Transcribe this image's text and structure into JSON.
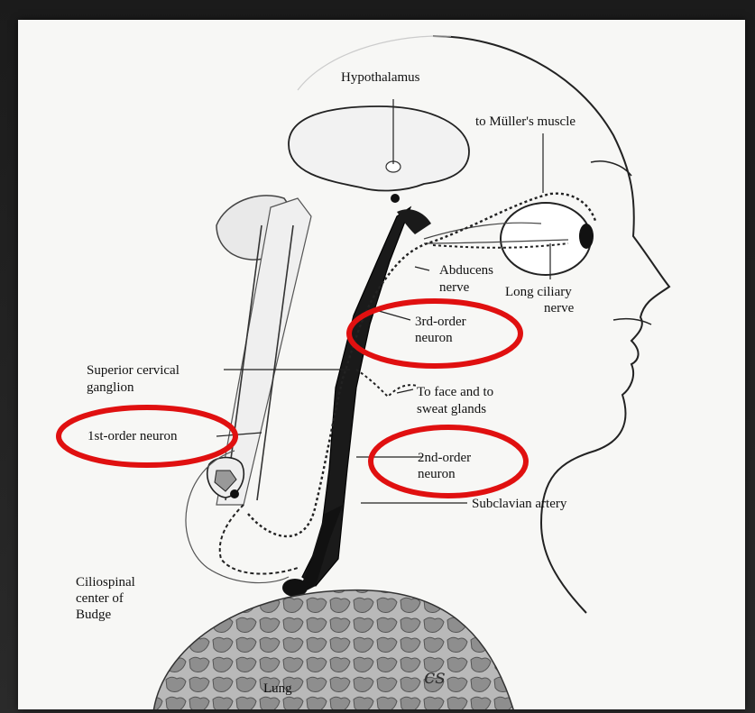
{
  "labels": {
    "hypothalamus": "Hypothalamus",
    "muller": "to Müller's muscle",
    "abducens_1": "Abducens",
    "abducens_2": "nerve",
    "long_ciliary_1": "Long ciliary",
    "long_ciliary_2": "nerve",
    "third_order_1": "3rd-order",
    "third_order_2": "neuron",
    "superior_cervical_1": "Superior cervical",
    "superior_cervical_2": "ganglion",
    "face_1": "To face and to",
    "face_2": "sweat glands",
    "first_order": "1st-order neuron",
    "second_order_1": "2nd-order",
    "second_order_2": "neuron",
    "subclavian": "Subclavian artery",
    "ciliospinal_1": "Ciliospinal",
    "ciliospinal_2": "center of",
    "ciliospinal_3": "Budge",
    "lung": "Lung"
  },
  "signature": "cs",
  "colors": {
    "highlight_ring": "#e01010",
    "artery": "#1a1a1a",
    "background": "#f7f7f5"
  },
  "highlighted": [
    "1st-order neuron",
    "2nd-order neuron",
    "3rd-order neuron"
  ]
}
